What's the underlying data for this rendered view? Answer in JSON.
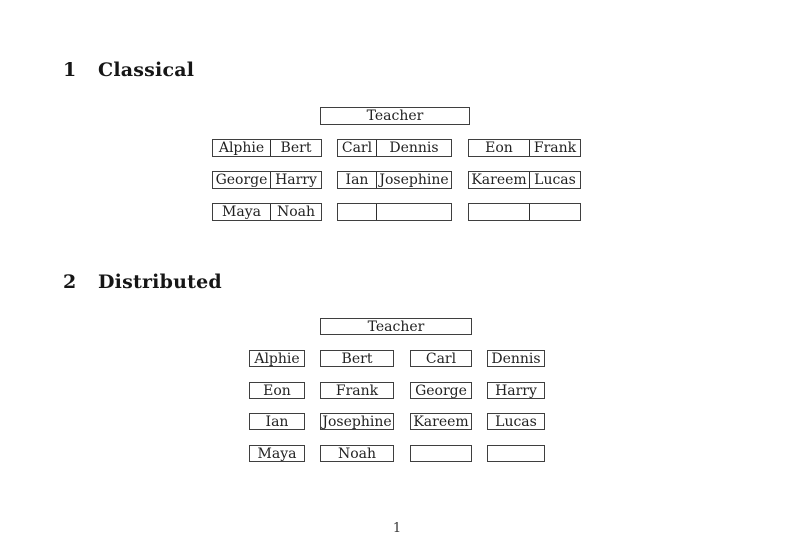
{
  "page": {
    "number": "1"
  },
  "palette": {
    "background": "#ffffff",
    "ink": "#222222",
    "box_border": "#3f3f3f"
  },
  "sections": {
    "classical": {
      "number": "1",
      "title": "Classical",
      "teacher_label": "Teacher",
      "desks": [
        {
          "seats": [
            "Alphie",
            "Bert"
          ]
        },
        {
          "seats": [
            "Carl",
            "Dennis"
          ]
        },
        {
          "seats": [
            "Eon",
            "Frank"
          ]
        },
        {
          "seats": [
            "George",
            "Harry"
          ]
        },
        {
          "seats": [
            "Ian",
            "Josephine"
          ]
        },
        {
          "seats": [
            "Kareem",
            "Lucas"
          ]
        },
        {
          "seats": [
            "Maya",
            "Noah"
          ]
        },
        {
          "seats": [
            "",
            ""
          ]
        },
        {
          "seats": [
            "",
            ""
          ]
        }
      ]
    },
    "distributed": {
      "number": "2",
      "title": "Distributed",
      "teacher_label": "Teacher",
      "seats": [
        "Alphie",
        "Bert",
        "Carl",
        "Dennis",
        "Eon",
        "Frank",
        "George",
        "Harry",
        "Ian",
        "Josephine",
        "Kareem",
        "Lucas",
        "Maya",
        "Noah",
        "",
        ""
      ]
    }
  }
}
